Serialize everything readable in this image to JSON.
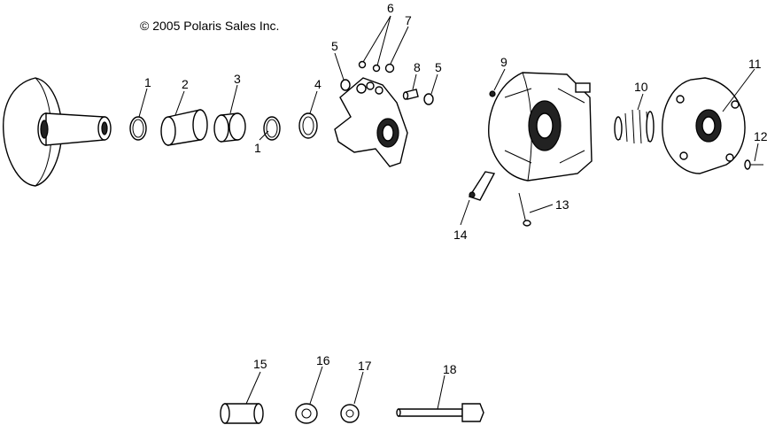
{
  "copyright": "© 2005 Polaris Sales Inc.",
  "callouts": [
    "1",
    "2",
    "3",
    "4",
    "1",
    "5",
    "6",
    "7",
    "8",
    "5",
    "9",
    "10",
    "11",
    "12",
    "13",
    "14",
    "15",
    "16",
    "17",
    "18"
  ],
  "colors": {
    "ink": "#000000",
    "paper": "#ffffff",
    "shade": "#222222"
  }
}
